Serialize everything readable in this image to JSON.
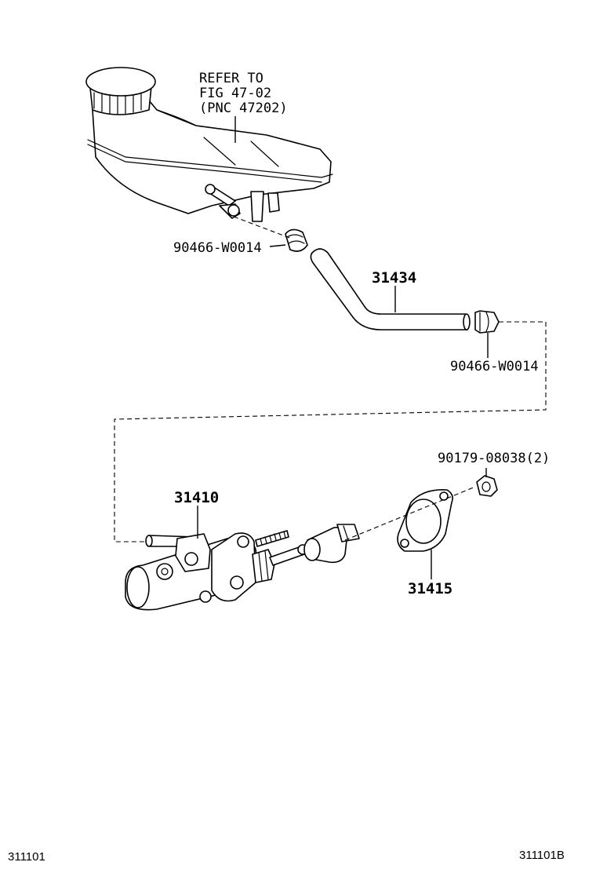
{
  "callouts": {
    "refer_line1": "REFER TO",
    "refer_line2": "FIG 47-02",
    "refer_line3": "(PNC 47202)",
    "clip_upper": "90466-W0014",
    "hose": "31434",
    "clip_lower": "90466-W0014",
    "nut": "90179-08038(2)",
    "master_cylinder": "31410",
    "gasket": "31415"
  },
  "footer": {
    "left_code": "311101",
    "right_code": "311101B"
  }
}
